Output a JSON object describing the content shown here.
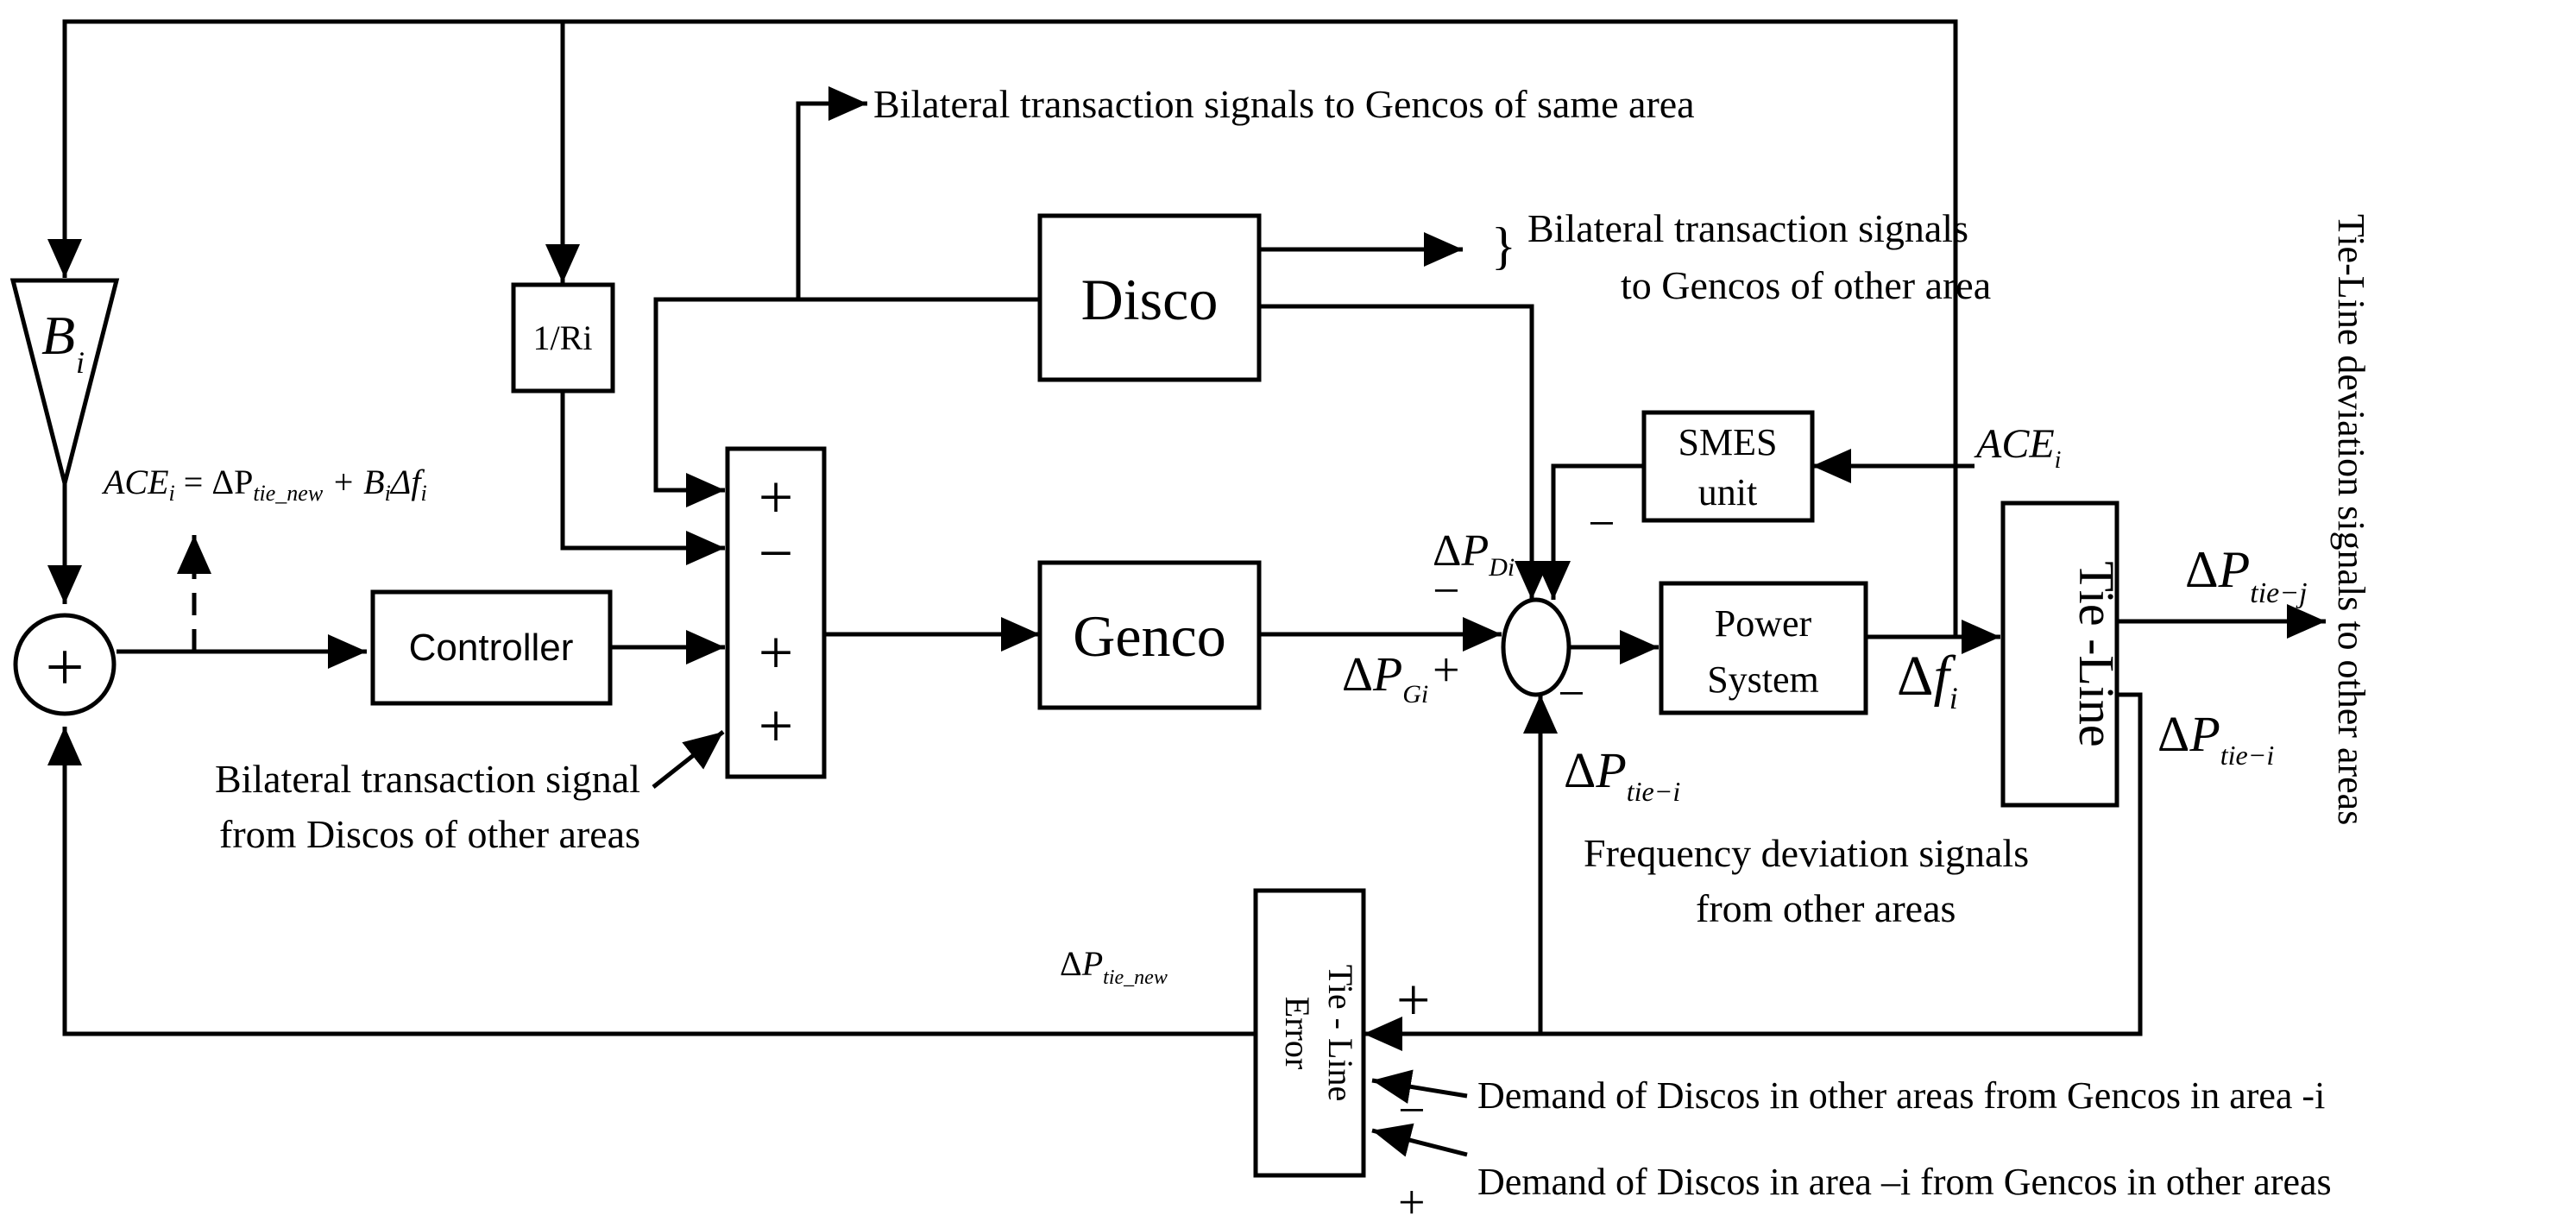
{
  "blocks": {
    "bi": {
      "main": "B",
      "sub": "i"
    },
    "ri": "1/Ri",
    "controller": "Controller",
    "disco": "Disco",
    "genco": "Genco",
    "smes_line1": "SMES",
    "smes_line2": "unit",
    "power_line1": "Power",
    "power_line2": "System",
    "tieline": "Tie -Line",
    "tieerror_line1": "Tie - Line",
    "tieerror_line2": "Error"
  },
  "signs": {
    "sum_plus": "+",
    "mixer_top_a": "+",
    "mixer_top_b": "−",
    "mixer_mid": "+",
    "mixer_bot": "+",
    "smes_minus": "−",
    "dpd_minus": "−",
    "dpg_plus": "+",
    "dptie_minus": "−",
    "tie_err_plus_top": "+",
    "tie_err_minus": "−",
    "tie_err_plus_bot": "+"
  },
  "equation": {
    "ace": "ACE",
    "i1": "i",
    "eq": " = ΔP",
    "tie_new": "tie_new",
    "plus": " + B",
    "i2": "i",
    "df": "Δf",
    "i3": "i"
  },
  "symbols": {
    "delta": "Δ",
    "P": "P",
    "f": "f",
    "ace": "ACE",
    "i": "i",
    "di": "Di",
    "gi": "Gi",
    "tie_minus_i": "tie−i",
    "tie_minus_j": "tie−j",
    "tie_new": "tie_new"
  },
  "labels": {
    "bilateral_same": "Bilateral transaction signals to Gencos of same area",
    "bilateral_other_line1": "Bilateral transaction signals",
    "bilateral_other_line2": "to Gencos of other area",
    "bilateral_from_line1": "Bilateral transaction signal",
    "bilateral_from_line2": "from Discos of other areas",
    "freq_dev_line1": "Frequency deviation signals",
    "freq_dev_line2": "from other areas",
    "tie_dev_vertical": "Tie-Line deviation signals to other areas",
    "demand_other_from_i": "Demand of Discos in other areas from Gencos in area -i",
    "demand_i_from_other": "Demand of Discos in area –i from Gencos in other areas"
  }
}
